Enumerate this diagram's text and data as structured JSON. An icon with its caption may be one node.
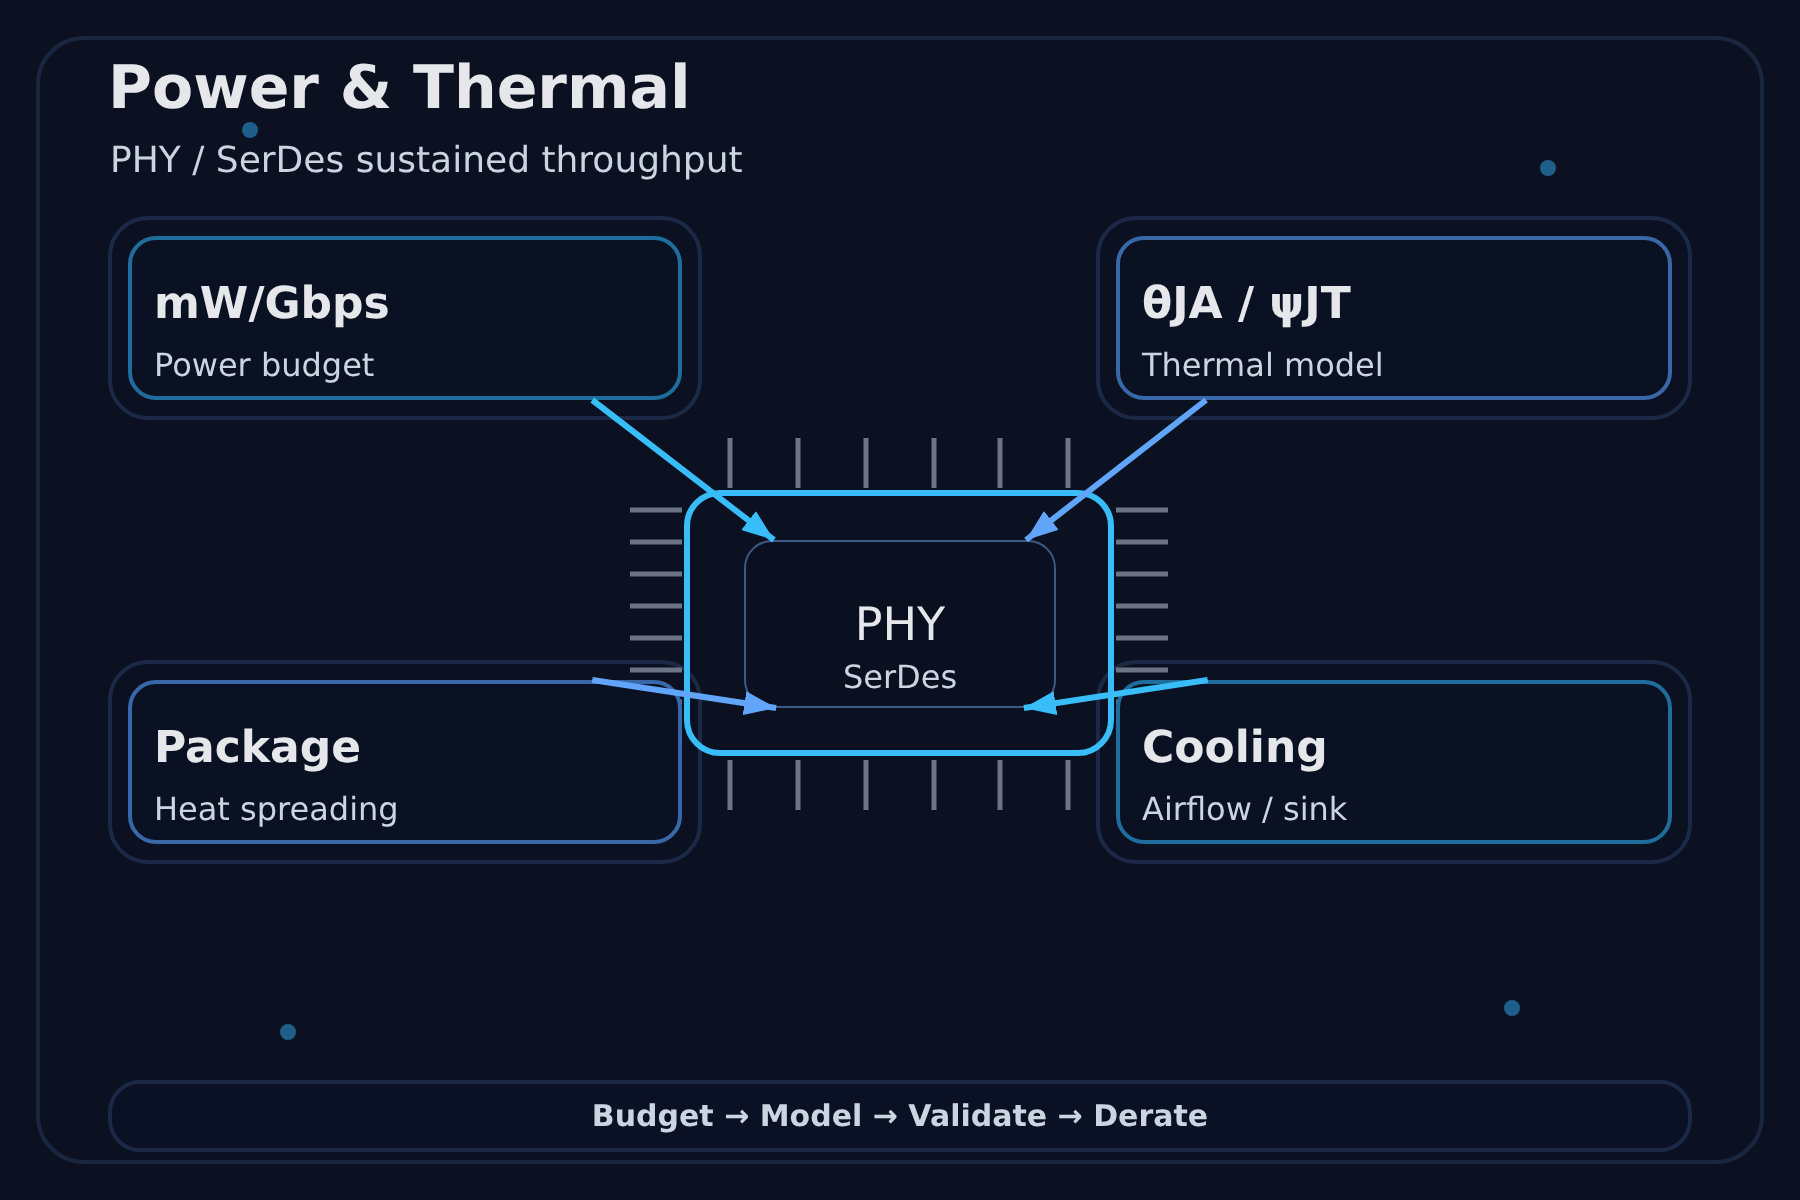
{
  "diagram": {
    "title": "Power & Thermal",
    "nodes": [
      {
        "text": [
          "mW/Gbps",
          "Power budget"
        ]
      },
      {
        "text": [
          "θJA / ψJT",
          "Thermal model"
        ]
      },
      {
        "text": [],
        "shape": "box"
      },
      {
        "text": [
          "PHY",
          "SerDes"
        ],
        "in": 2
      },
      {
        "text": [
          "Package",
          "Heat spreading"
        ]
      },
      {
        "text": [
          "Cooling",
          "Airflow / sink"
        ]
      },
      {
        "text": [
          "Budget → Model → Validate → Derate"
        ]
      }
    ],
    "edges": [
      {
        "from": 0,
        "to": 3,
        "arrow": "to"
      },
      {
        "from": 1,
        "to": 3,
        "arrow": "to",
        "color": "#60a5fa"
      },
      {
        "from": 4,
        "to": 3,
        "arrow": "to",
        "color": "#60a5fa"
      },
      {
        "from": 5,
        "to": 3,
        "arrow": "to"
      }
    ],
    "labels": [
      "PHY / SerDes sustained throughput"
    ]
  }
}
